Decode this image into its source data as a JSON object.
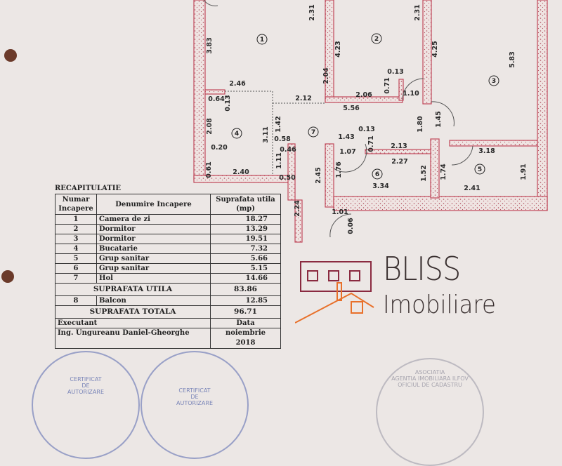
{
  "plan": {
    "rooms": [
      "1",
      "2",
      "3",
      "4",
      "5",
      "6",
      "7"
    ],
    "dimensions": [
      "3.83",
      "2.31",
      "4.23",
      "2.31",
      "4.25",
      "5.83",
      "2.04",
      "0.13",
      "0.71",
      "1.10",
      "2.06",
      "2.46",
      "0.64",
      "0.13",
      "2.12",
      "5.56",
      "2.08",
      "3.11",
      "1.42",
      "1.45",
      "1.80",
      "0.13",
      "1.43",
      "0.71",
      "2.13",
      "0.58",
      "0.46",
      "0.20",
      "1.07",
      "2.27",
      "3.18",
      "1.11",
      "0.61",
      "2.40",
      "0.50",
      "2.45",
      "1.76",
      "1.74",
      "1.91",
      "1.52",
      "3.34",
      "2.41",
      "2.24",
      "1.01",
      "0.06"
    ],
    "wall_color": "#c0485a"
  },
  "table": {
    "title": "RECAPITULATIE",
    "headers": {
      "num": "Numar Incapere",
      "name": "Denumire Incapere",
      "area": "Suprafata utila (mp)"
    },
    "rows": [
      {
        "num": "1",
        "name": "Camera de zi",
        "area": "18.27"
      },
      {
        "num": "2",
        "name": "Dormitor",
        "area": "13.29"
      },
      {
        "num": "3",
        "name": "Dormitor",
        "area": "19.51"
      },
      {
        "num": "4",
        "name": "Bucatarie",
        "area": "7.32"
      },
      {
        "num": "5",
        "name": "Grup sanitar",
        "area": "5.66"
      },
      {
        "num": "6",
        "name": "Grup sanitar",
        "area": "5.15"
      },
      {
        "num": "7",
        "name": "Hol",
        "area": "14.66"
      }
    ],
    "useful_label": "SUPRAFATA UTILA",
    "useful_value": "83.86",
    "balcony": {
      "num": "8",
      "name": "Balcon",
      "area": "12.85"
    },
    "total_label": "SUPRAFATA TOTALA",
    "total_value": "96.71",
    "executant_label": "Executant",
    "date_label": "Data",
    "executant": "Ing. Ungureanu Daniel-Gheorghe",
    "date_month": "noiembrie",
    "date_year": "2018"
  },
  "watermark": {
    "line1": "BLISS",
    "line2": "Imobiliare",
    "colors": {
      "frame": "#8a2a40",
      "roof": "#e8702a"
    }
  },
  "stamps": {
    "left": {
      "line1": "CERTIFICAT",
      "line2": "DE",
      "line3": "AUTORIZARE"
    },
    "left2": {
      "line1": "CERTIFICAT",
      "line2": "DE",
      "line3": "AUTORIZARE"
    },
    "right": {
      "line1": "ASOCIATIA",
      "line2": "AGENTIA IMOBILIARA ILFOV",
      "line3": "OFICIUL DE CADASTRU"
    }
  }
}
